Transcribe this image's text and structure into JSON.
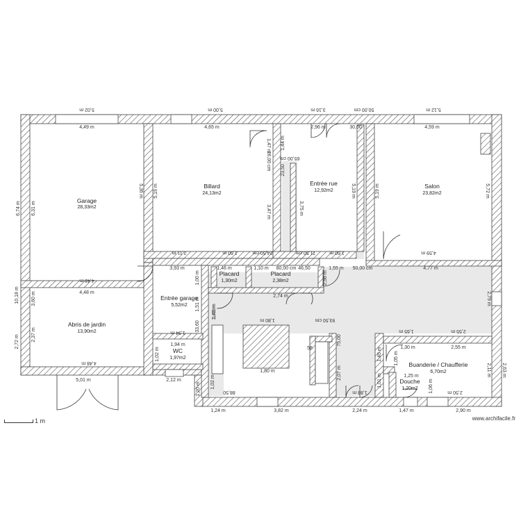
{
  "rooms": [
    {
      "name": "Garage",
      "area": "28,33m2"
    },
    {
      "name": "Billard",
      "area": "24,13m2"
    },
    {
      "name": "Entrée rue",
      "area": "12,92m2"
    },
    {
      "name": "Salon",
      "area": "23,82m2"
    },
    {
      "name": "Abris de jardin",
      "area": "13,90m2"
    },
    {
      "name": "Placard",
      "area": "1,30m2"
    },
    {
      "name": "Placard",
      "area": "2,38m2"
    },
    {
      "name": "Entrée garage",
      "area": "5,52m2"
    },
    {
      "name": "WC",
      "area": "1,97m2"
    },
    {
      "name": "Buanderie / Chaufferie",
      "area": "6,70m2"
    },
    {
      "name": "Douche",
      "area": "1,20m2"
    }
  ],
  "dimensions": [
    "5,02 m",
    "5,00 m",
    "3,16 m",
    "50,00 cm",
    "5,12 m",
    "4,49 m",
    "4,65 m",
    "2,96 m",
    "30,00",
    "4,59 m",
    "6,74 m",
    "6,31 m",
    "5,36 m",
    "5,19 m",
    "1,47 m",
    "26,00 cm",
    "1,44 m",
    "65,00 cm",
    "23,50",
    "3,47 m",
    "3,75 m",
    "5,19 m",
    "5,72 m",
    "5,19 m",
    "2,11 m",
    "1,60 m",
    "24,50 cm",
    "71,50 cm",
    "1,60 m",
    "4,59 m",
    "4,48 m",
    "4,48 m",
    "3,93 m",
    "1,46 m",
    "1,10 m",
    "80,00 cm",
    "46,50",
    "1,55 m",
    "50,00 cm",
    "4,77 m",
    "10,18 m",
    "3,60 m",
    "2,72 m",
    "2,37 m",
    "1,00 m",
    "2,56 m",
    "2,74 m",
    "1,43 m",
    "1,80 m",
    "93,50 cm",
    "1,80 m",
    "2,79 m",
    "1,65 m",
    "2,55 m",
    "1,30 m",
    "2,55 m",
    "1,45 m",
    "1,05 m",
    "2,11 m",
    "2,63 m",
    "4,48 m",
    "5,01 m",
    "1,94 m",
    "1,94 m",
    "2,12 m",
    "1,02 m",
    "1,20 m",
    "88,50",
    "1,24 m",
    "3,82 m",
    "2,24 m",
    "1,47 m",
    "2,90 m",
    "1,88 m",
    "2,07 m",
    "75,00",
    "1,01 m",
    "1,06 m",
    "1,25 m",
    "2,50 m",
    "58",
    "1,51 m",
    "33,60",
    "1,43 m",
    "1,02 m"
  ],
  "scale_label": "1 m",
  "credit": "www.archifacile.fr"
}
